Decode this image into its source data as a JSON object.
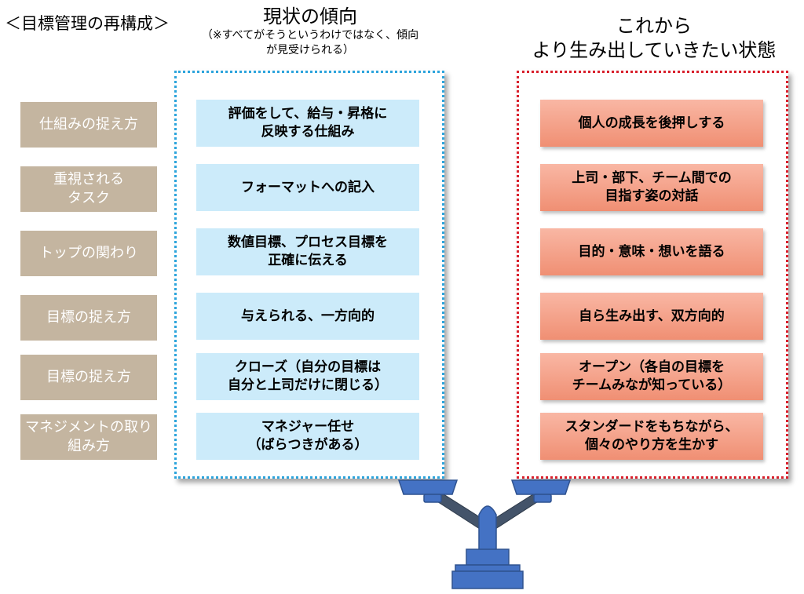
{
  "page_title": "＜目標管理の再構成＞",
  "current": {
    "title": "現状の傾向",
    "note_line1": "（※すべてがそうというわけではなく、傾向",
    "note_line2": "が見受けられる）",
    "items": [
      "評価をして、給与・昇格に\n反映する仕組み",
      "フォーマットへの記入",
      "数値目標、プロセス目標を\n正確に伝える",
      "与えられる、一方向的",
      "クローズ（自分の目標は\n自分と上司だけに閉じる）",
      "マネジャー任せ\n（ばらつきがある）"
    ]
  },
  "future": {
    "title_line1": "これから",
    "title_line2": "より生み出していきたい状態",
    "items": [
      "個人の成長を後押しする",
      "上司・部下、チーム間での\n目指す姿の対話",
      "目的・意味・想いを語る",
      "自ら生み出す、双方向的",
      "オープン（各自の目標を\nチームみなが知っている）",
      "スタンダードをもちながら、\n個々のやり方を生かす"
    ]
  },
  "categories": [
    "仕組みの捉え方",
    "重視される\nタスク",
    "トップの関わり",
    "目標の捉え方",
    "目標の捉え方",
    "マネジメントの取り\n組み方"
  ],
  "colors": {
    "current_border": "#2ca4dc",
    "future_border": "#d9202c",
    "category_fill": "#c4b5a0",
    "current_fill": "#ccebfa",
    "future_fill": "#f4a088",
    "scale_fill": "#4472c4"
  },
  "icons": {
    "balance": "balance-scale-icon"
  }
}
